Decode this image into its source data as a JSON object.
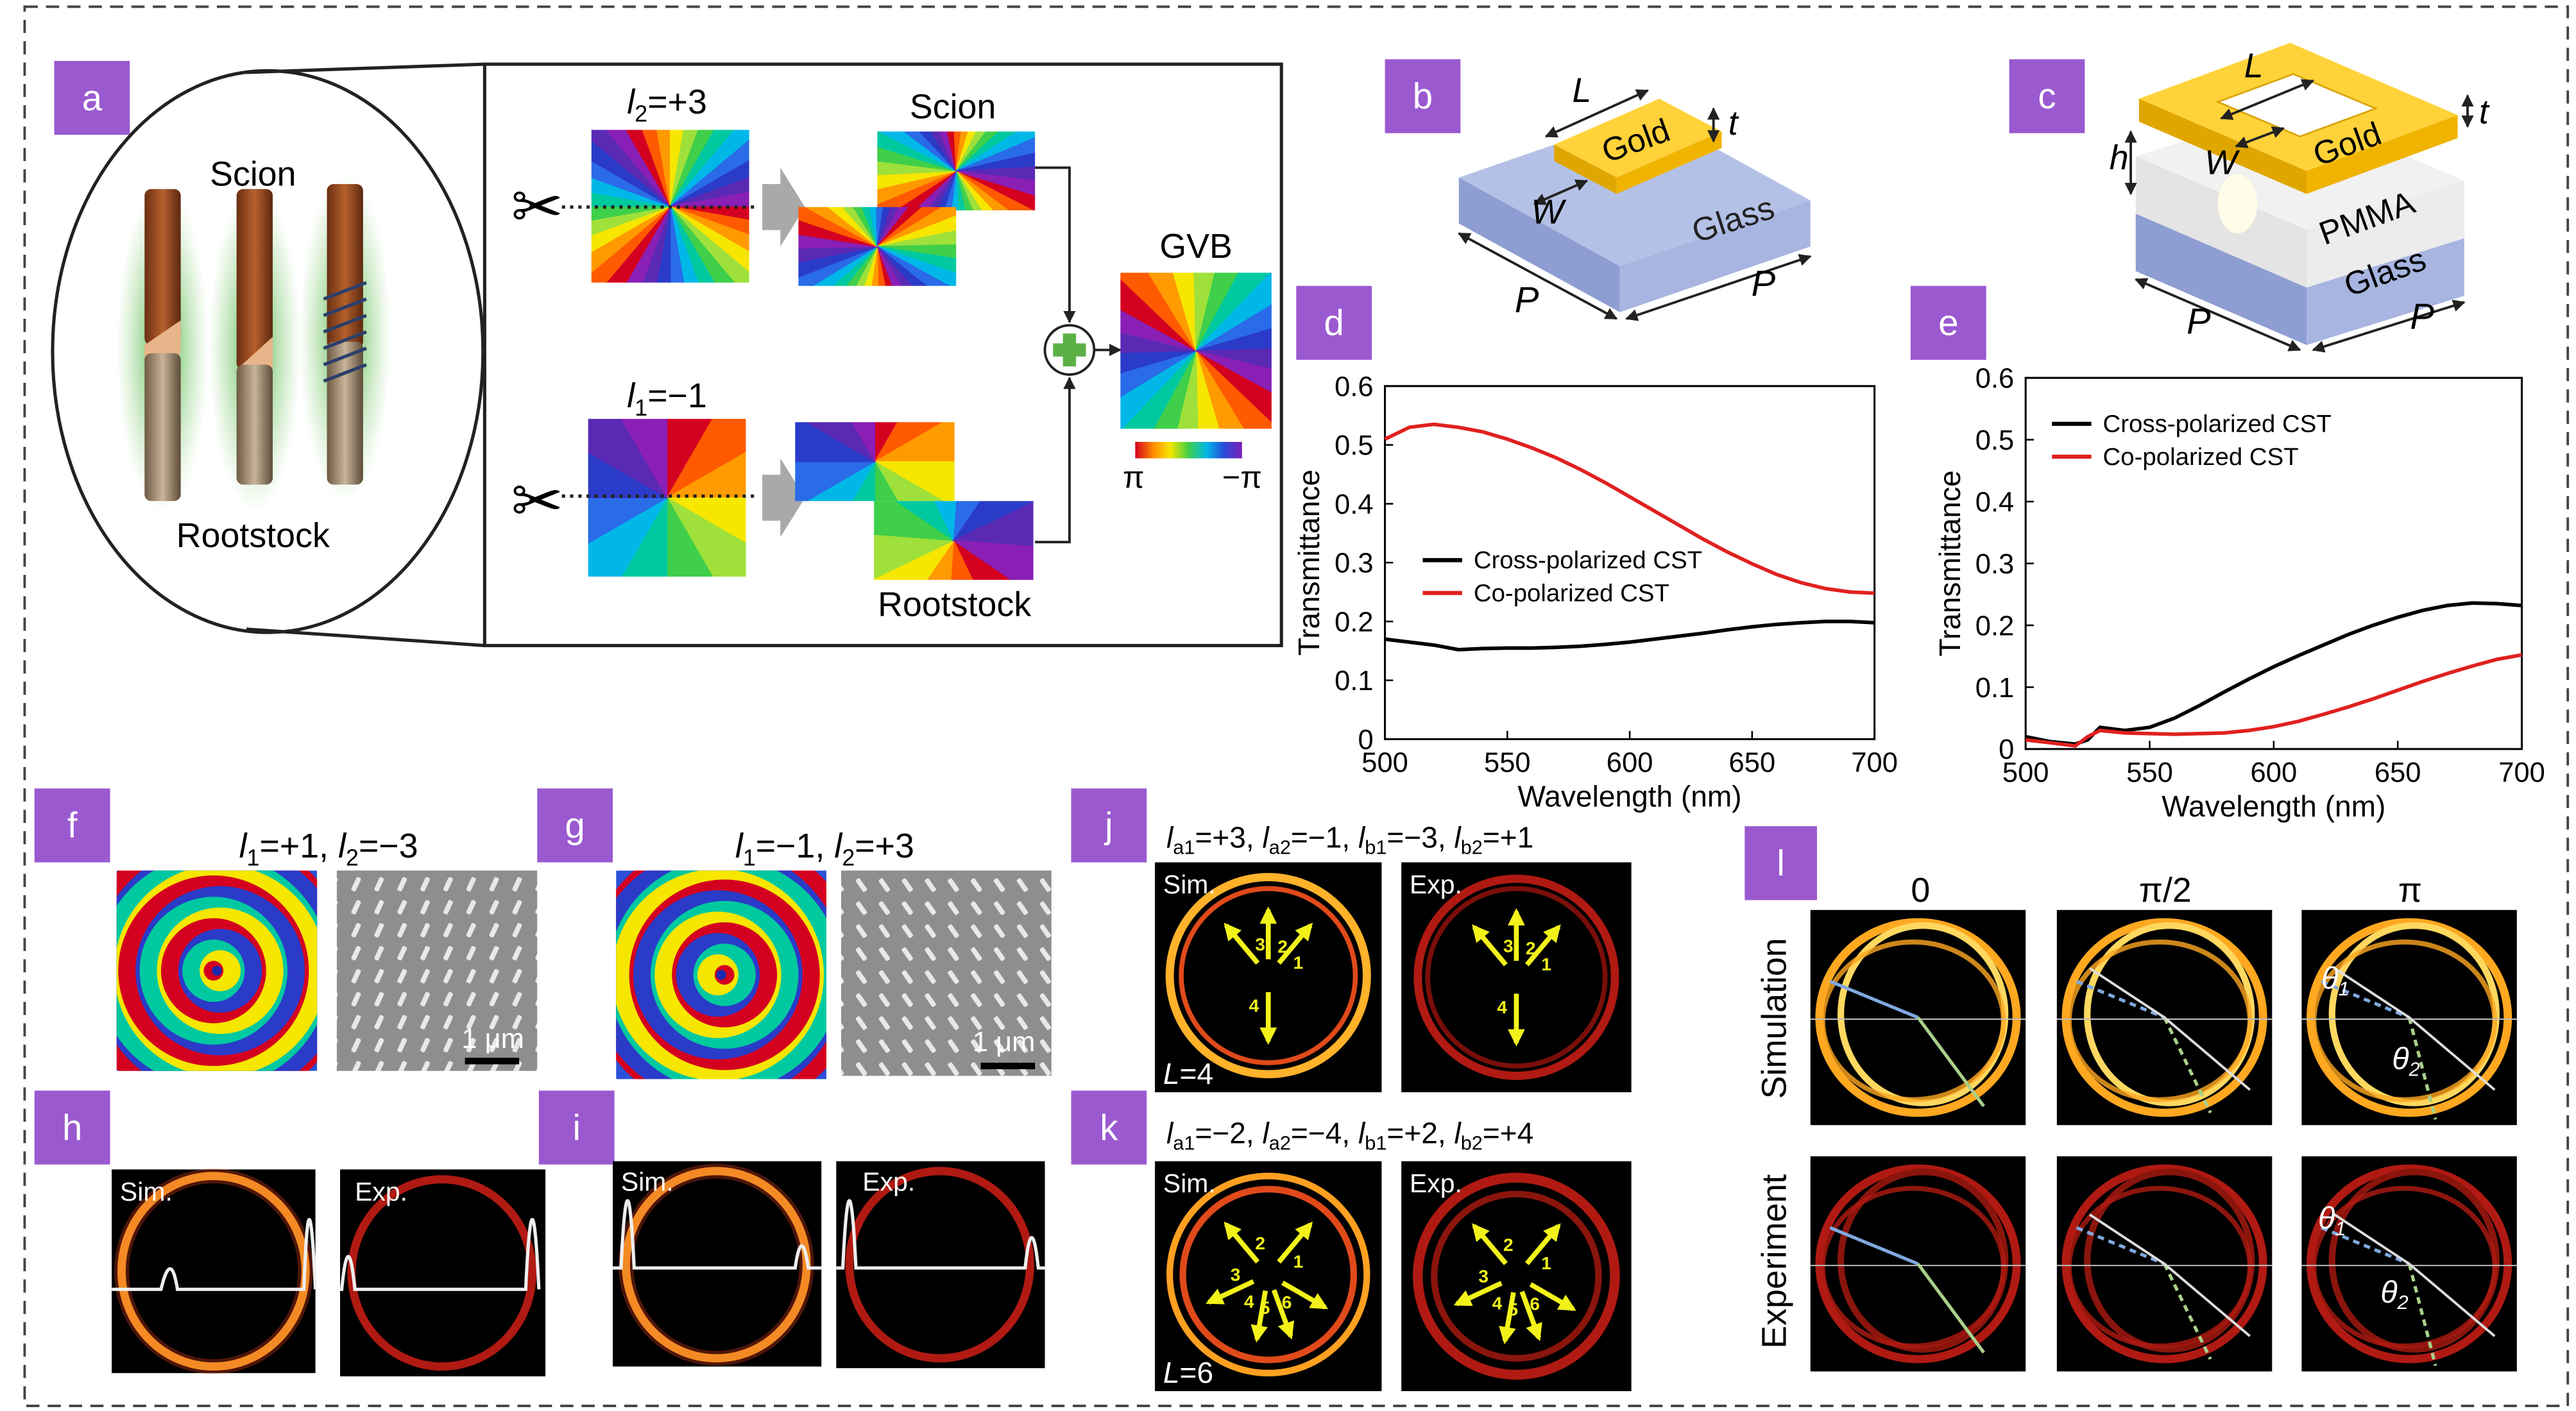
{
  "panels": {
    "a": {
      "letter": "a",
      "scion_label": "Scion",
      "rootstock_label": "Rootstock",
      "l2_value": "=+3",
      "l1_value": "=−1",
      "gvb_label": "GVB",
      "colorbar_left": "π",
      "colorbar_right": "−π"
    },
    "b": {
      "letter": "b",
      "gold_label": "Gold",
      "glass_label": "Glass",
      "L": "L",
      "W": "W",
      "t": "t",
      "P": "P"
    },
    "c": {
      "letter": "c",
      "gold_label": "Gold",
      "pmma_label": "PMMA",
      "glass_label": "Glass",
      "L": "L",
      "W": "W",
      "t": "t",
      "h": "h",
      "P": "P"
    },
    "d": {
      "letter": "d"
    },
    "e": {
      "letter": "e"
    },
    "f": {
      "letter": "f",
      "l1": "=+1",
      "l2": "=−3",
      "scale": "1 μm"
    },
    "g": {
      "letter": "g",
      "l1": "=−1",
      "l2": "=+3",
      "scale": "1 μm"
    },
    "h": {
      "letter": "h"
    },
    "i": {
      "letter": "i"
    },
    "j": {
      "letter": "j",
      "la1": "=+3",
      "la2": "=−1",
      "lb1": "=−3",
      "lb2": "=+1",
      "L": "=4",
      "arrow_labels": [
        "1",
        "2",
        "3",
        "4"
      ]
    },
    "k": {
      "letter": "k",
      "la1": "=−2",
      "la2": "=−4",
      "lb1": "=+2",
      "lb2": "=+4",
      "L": "=6",
      "arrow_labels": [
        "1",
        "2",
        "3",
        "4",
        "5",
        "6"
      ]
    },
    "l": {
      "letter": "l",
      "col_0": "0",
      "col_1": "π/2",
      "col_2": "π",
      "row_sim": "Simulation",
      "row_exp": "Experiment"
    }
  },
  "labels": {
    "sim": "Sim.",
    "exp": "Exp."
  },
  "colors": {
    "badge": "#9b59d0",
    "cross": "#000000",
    "co": "#e02020"
  },
  "chart_data": [
    {
      "type": "line",
      "panel": "d",
      "xlabel": "Wavelength (nm)",
      "ylabel": "Transmittance",
      "xlim": [
        500,
        700
      ],
      "ylim": [
        0,
        0.6
      ],
      "xticks": [
        500,
        550,
        600,
        650,
        700
      ],
      "yticks": [
        0,
        0.1,
        0.2,
        0.3,
        0.4,
        0.5,
        0.6
      ],
      "legend_position": "center-left",
      "series": [
        {
          "name": "Cross-polarized CST",
          "color": "#000000",
          "x": [
            500,
            510,
            520,
            530,
            540,
            550,
            560,
            570,
            580,
            590,
            600,
            610,
            620,
            630,
            640,
            650,
            660,
            670,
            680,
            690,
            700
          ],
          "y": [
            0.17,
            0.165,
            0.16,
            0.152,
            0.154,
            0.155,
            0.155,
            0.156,
            0.158,
            0.161,
            0.165,
            0.17,
            0.175,
            0.18,
            0.186,
            0.191,
            0.195,
            0.198,
            0.2,
            0.2,
            0.198
          ]
        },
        {
          "name": "Co-polarized CST",
          "color": "#e02020",
          "x": [
            500,
            510,
            520,
            530,
            540,
            550,
            560,
            570,
            580,
            590,
            600,
            610,
            620,
            630,
            640,
            650,
            660,
            670,
            680,
            690,
            700
          ],
          "y": [
            0.51,
            0.53,
            0.535,
            0.53,
            0.522,
            0.51,
            0.495,
            0.478,
            0.458,
            0.436,
            0.412,
            0.388,
            0.364,
            0.34,
            0.318,
            0.298,
            0.28,
            0.266,
            0.256,
            0.25,
            0.248
          ]
        }
      ]
    },
    {
      "type": "line",
      "panel": "e",
      "xlabel": "Wavelength (nm)",
      "ylabel": "Transmittance",
      "xlim": [
        500,
        700
      ],
      "ylim": [
        0,
        0.6
      ],
      "xticks": [
        500,
        550,
        600,
        650,
        700
      ],
      "yticks": [
        0,
        0.1,
        0.2,
        0.3,
        0.4,
        0.5,
        0.6
      ],
      "legend_position": "top-left",
      "series": [
        {
          "name": "Cross-polarized CST",
          "color": "#000000",
          "x": [
            500,
            510,
            520,
            525,
            530,
            540,
            550,
            560,
            570,
            580,
            590,
            600,
            610,
            620,
            630,
            640,
            650,
            660,
            670,
            680,
            690,
            700
          ],
          "y": [
            0.02,
            0.012,
            0.008,
            0.015,
            0.035,
            0.03,
            0.035,
            0.05,
            0.07,
            0.092,
            0.113,
            0.133,
            0.151,
            0.168,
            0.185,
            0.2,
            0.213,
            0.224,
            0.232,
            0.236,
            0.235,
            0.232
          ]
        },
        {
          "name": "Co-polarized CST",
          "color": "#e02020",
          "x": [
            500,
            510,
            520,
            525,
            530,
            540,
            550,
            560,
            570,
            580,
            590,
            600,
            610,
            620,
            630,
            640,
            650,
            660,
            670,
            680,
            690,
            700
          ],
          "y": [
            0.015,
            0.01,
            0.005,
            0.02,
            0.03,
            0.026,
            0.025,
            0.024,
            0.025,
            0.026,
            0.03,
            0.036,
            0.045,
            0.056,
            0.068,
            0.081,
            0.095,
            0.109,
            0.122,
            0.134,
            0.145,
            0.152
          ]
        }
      ]
    }
  ]
}
